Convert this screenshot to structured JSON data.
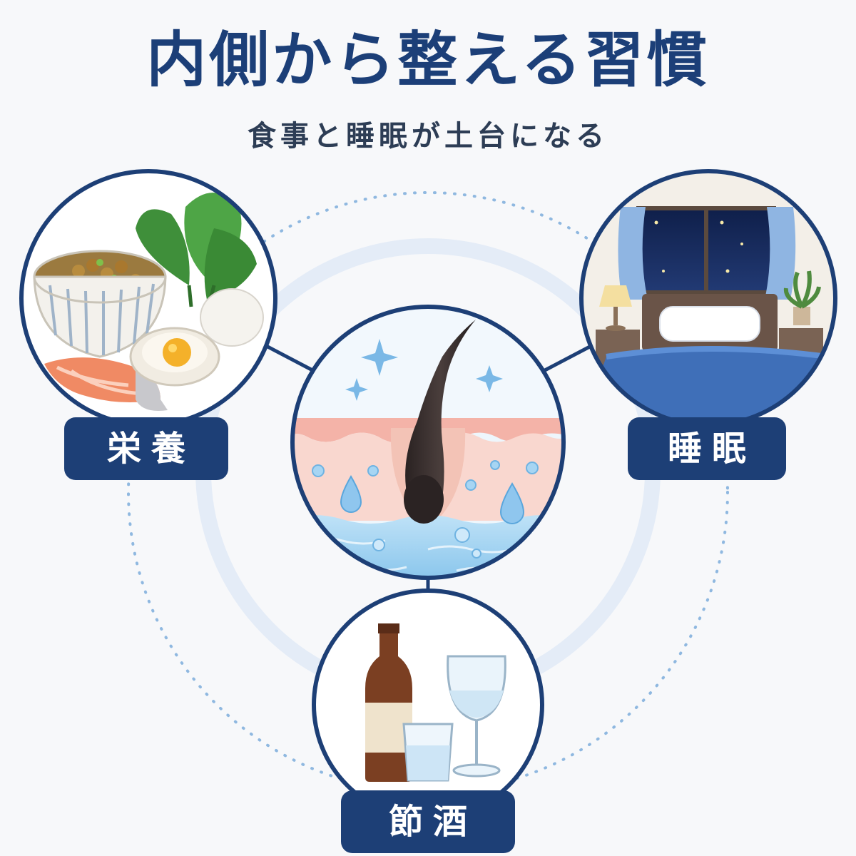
{
  "header": {
    "title": "内側から整える習慣",
    "subtitle": "食事と睡眠が土台になる"
  },
  "nodes": {
    "nutrition": {
      "label": "栄養"
    },
    "sleep": {
      "label": "睡眠"
    },
    "drinking": {
      "label": "節酒"
    }
  },
  "colors": {
    "navy": "#1d3f76",
    "title": "#1c3f78",
    "ring_dots": "#8fb8e0",
    "ring_soft": "#e4ecf7",
    "skin": "#f4c7bd",
    "water": "#9fd0f0"
  }
}
